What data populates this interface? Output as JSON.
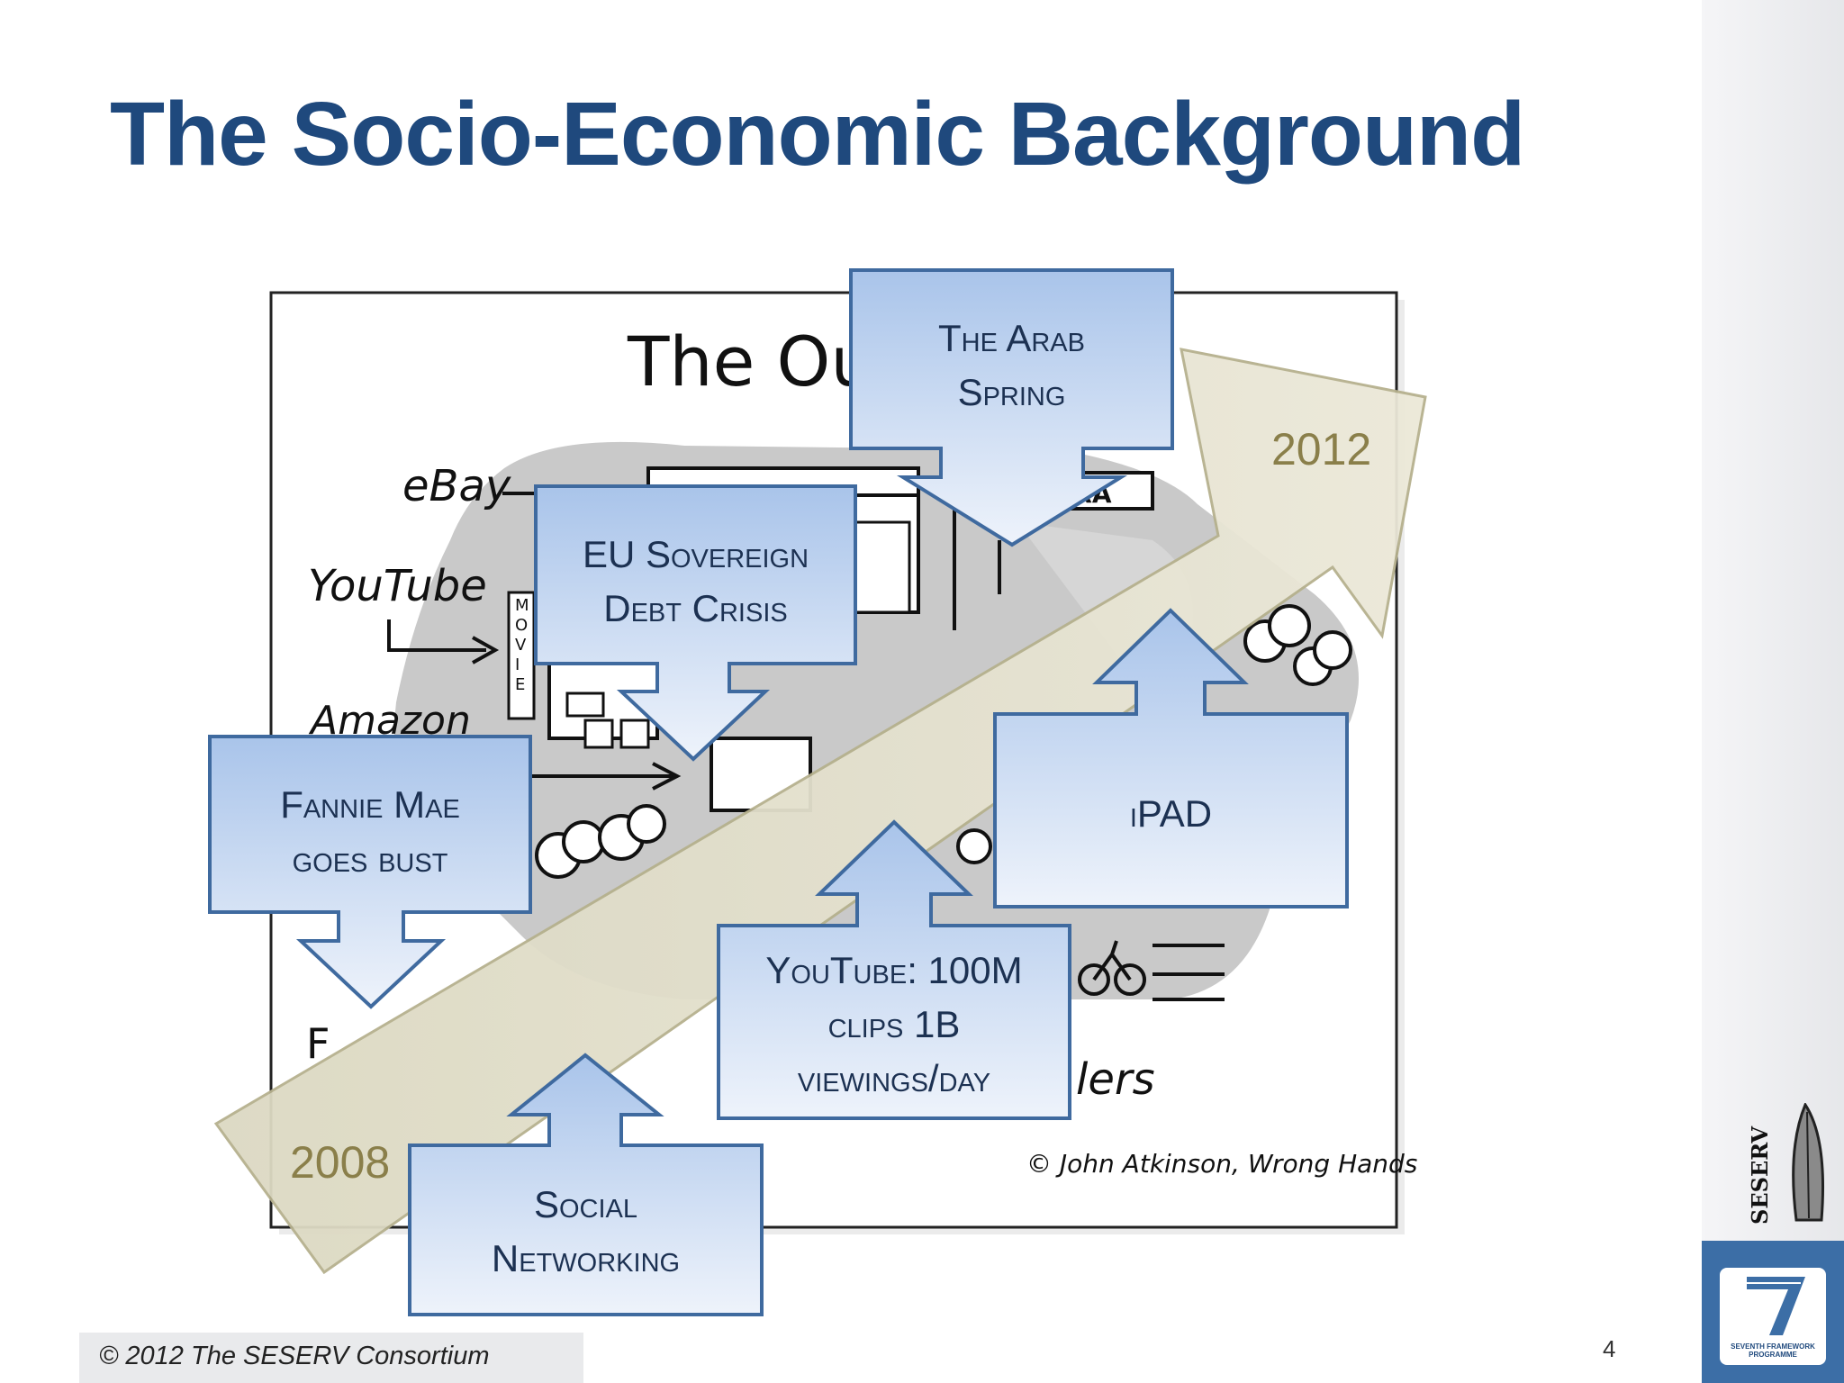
{
  "slide": {
    "title": "The Socio-Economic Background",
    "copyright": "© 2012 The SESERV Consortium",
    "page_number": "4"
  },
  "cartoon": {
    "title_fragment": "The Ou",
    "labels": {
      "ebay": "eBay",
      "youtube": "YouTube",
      "movie": "MOVIE",
      "amazon": "Amazon",
      "brand_fragment": "BRA",
      "lers_fragment": "lers",
      "f_fragment": "F",
      "credit": "© John Atkinson, Wrong Hands"
    }
  },
  "timeline": {
    "start_year": "2008",
    "end_year": "2012"
  },
  "callouts": {
    "arab_spring": "The Arab\nSpring",
    "eu_debt": "EU Sovereign\nDebt Crisis",
    "fannie_mae": "Fannie Mae\ngoes bust",
    "ipad": "iPAD",
    "youtube_stats": "YouTube:  100M\nclips 1B\nviewings/day",
    "social_networking": "Social\nNetworking"
  },
  "logos": {
    "seserv": "SESERV",
    "fp7_line1": "SEVENTH FRAMEWORK",
    "fp7_line2": "PROGRAMME"
  }
}
